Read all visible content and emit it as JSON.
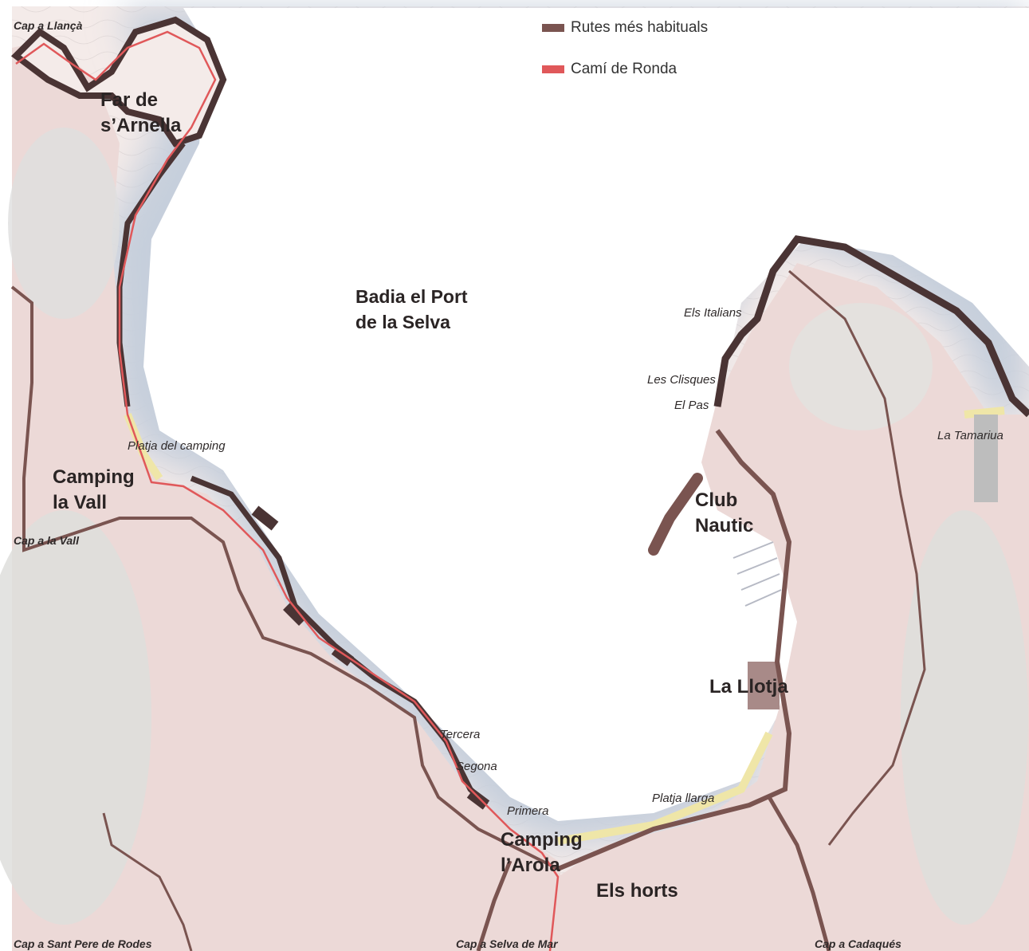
{
  "legend": {
    "routes": {
      "label": "Rutes més habituals",
      "color": "#7a5450"
    },
    "coastal": {
      "label": "Camí de Ronda",
      "color": "#e0585a"
    }
  },
  "places": {
    "far_line1": "Far de",
    "far_line2": "s’Arnella",
    "camping_vall_line1": "Camping",
    "camping_vall_line2": "la Vall",
    "bay_line1": "Badia el Port",
    "bay_line2": "de la Selva",
    "club_line1": "Club",
    "club_line2": "Nautic",
    "llotja": "La Llotja",
    "camping_arola_line1": "Camping",
    "camping_arola_line2": "l’Arola",
    "horts": "Els horts"
  },
  "spots": {
    "italians": "Els Italians",
    "clisques": "Les Clisques",
    "pas": "El Pas",
    "tamariua": "La Tamariua",
    "platja_camping": "Platja del camping",
    "tercera": "Tercera",
    "segona": "Segona",
    "primera": "Primera",
    "platja_llarga": "Platja llarga"
  },
  "edges": {
    "llanca": "Cap a Llançà",
    "vall": "Cap a la Vall",
    "sant_pere": "Cap a Sant Pere de Rodes",
    "selva_mar": "Cap a Selva de Mar",
    "cadaques": "Cap a Cadaqués"
  },
  "colors": {
    "land": "#ecd9d7",
    "sea": "#c9d0dc",
    "rock": "#4a3434",
    "beach": "#efe6a8",
    "terrain": "#d8d8d6"
  }
}
